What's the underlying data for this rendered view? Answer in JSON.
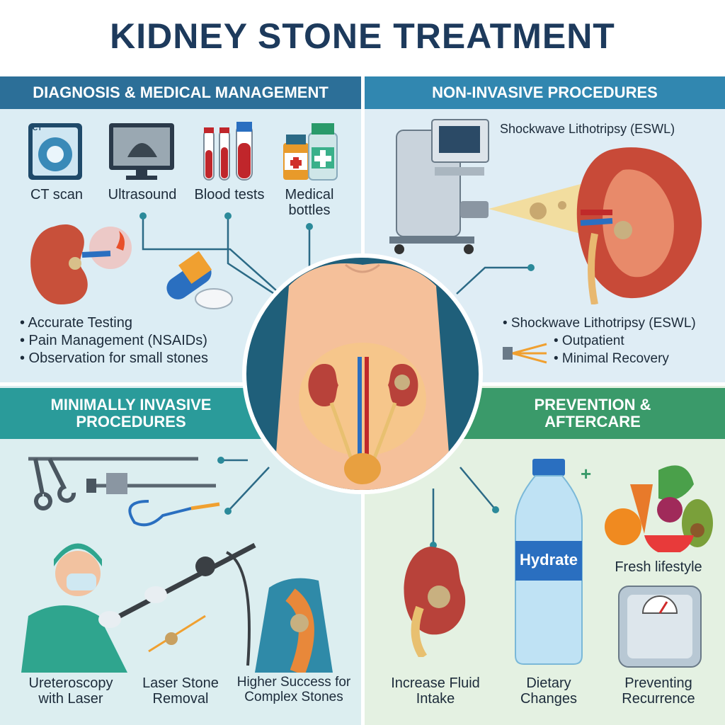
{
  "title": "KIDNEY STONE TREATMENT",
  "sections": {
    "diagnosis": {
      "header": "DIAGNOSIS & MEDICAL MANAGEMENT",
      "icons": [
        "CT scan",
        "Ultrasound",
        "Blood tests",
        "Medical bottles"
      ],
      "ct_badge": "CT",
      "bullets": [
        "• Accurate Testing",
        "• Pain Management (NSAIDs)",
        "• Observation for small stones"
      ]
    },
    "non_invasive": {
      "header": "NON-INVASIVE PROCEDURES",
      "caption": "Shockwave Lithotripsy (ESWL)",
      "bullets": [
        "• Shockwave Lithotripsy (ESWL)",
        "• Outpatient",
        "• Minimal Recovery"
      ]
    },
    "minimally_invasive": {
      "header": "MINIMALLY INVASIVE PROCEDURES",
      "labels": [
        "Ureteroscopy with Laser",
        "Laser Stone Removal",
        "Higher Success for Complex Stones"
      ]
    },
    "prevention": {
      "header": "PREVENTION & AFTERCARE",
      "bottle_label": "Hydrate",
      "fresh": "Fresh lifestyle",
      "labels": [
        "Increase Fluid Intake",
        "Dietary Changes",
        "Preventing Recurrence"
      ]
    }
  },
  "colors": {
    "title": "#1d3a5c",
    "diag": "#2c6f98",
    "noninv": "#3187b0",
    "mininv": "#2a9b9a",
    "prev": "#3a9a6a"
  }
}
